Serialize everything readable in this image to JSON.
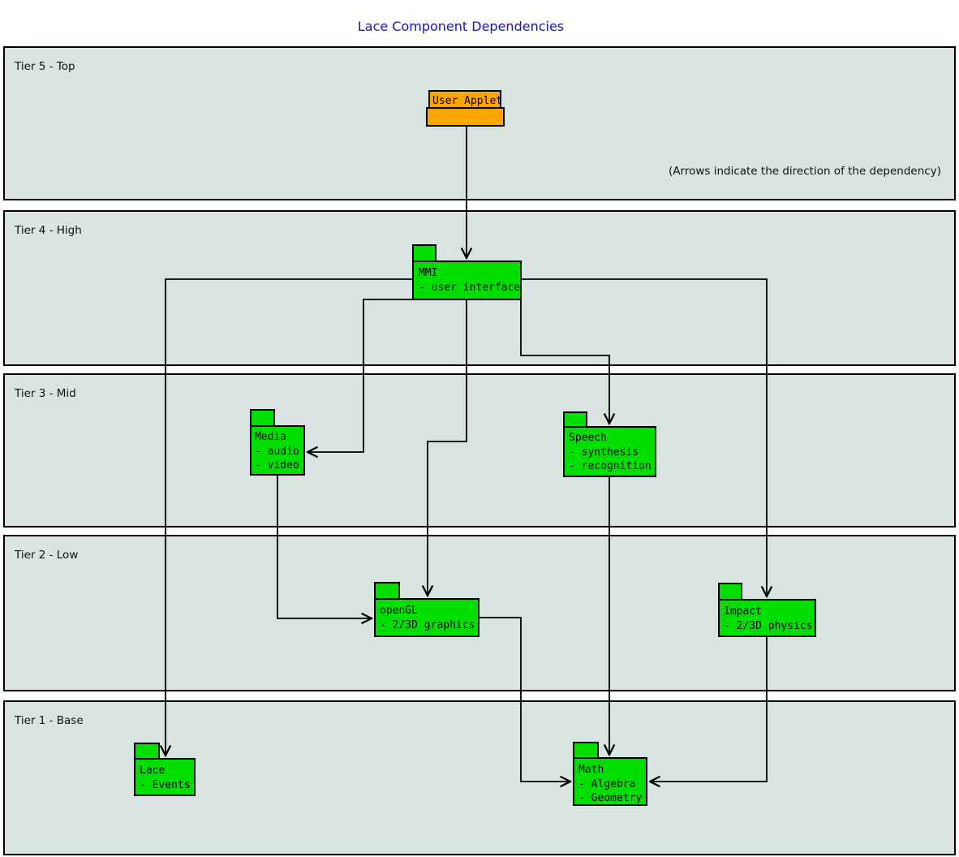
{
  "title": "Lace Component Dependencies",
  "note": "(Arrows indicate the direction of the dependency)",
  "colors": {
    "component_fill": "#00DF00",
    "applet_fill": "#FFA500",
    "tier_fill": "#D8E3E2",
    "title_color": "#1414CC",
    "edge_color": "#000000"
  },
  "tiers": [
    {
      "label": "Tier 5 - Top"
    },
    {
      "label": "Tier 4 - High"
    },
    {
      "label": "Tier 3 - Mid"
    },
    {
      "label": "Tier 2 - Low"
    },
    {
      "label": "Tier 1 - Base"
    }
  ],
  "components": {
    "user_applet": {
      "label": "User Applet"
    },
    "mmi": {
      "title": "MMI",
      "lines": [
        "- user interface"
      ]
    },
    "media": {
      "title": "Media",
      "lines": [
        "- audio",
        "- video"
      ]
    },
    "speech": {
      "title": "Speech",
      "lines": [
        "- synthesis",
        "- recognition"
      ]
    },
    "opengl": {
      "title": "openGL",
      "lines": [
        "- 2/3D graphics"
      ]
    },
    "impact": {
      "title": "Impact",
      "lines": [
        "- 2/3D physics"
      ]
    },
    "lace": {
      "title": "Lace",
      "lines": [
        "- Events"
      ]
    },
    "math": {
      "title": "Math",
      "lines": [
        "- Algebra",
        "- Geometry"
      ]
    }
  }
}
